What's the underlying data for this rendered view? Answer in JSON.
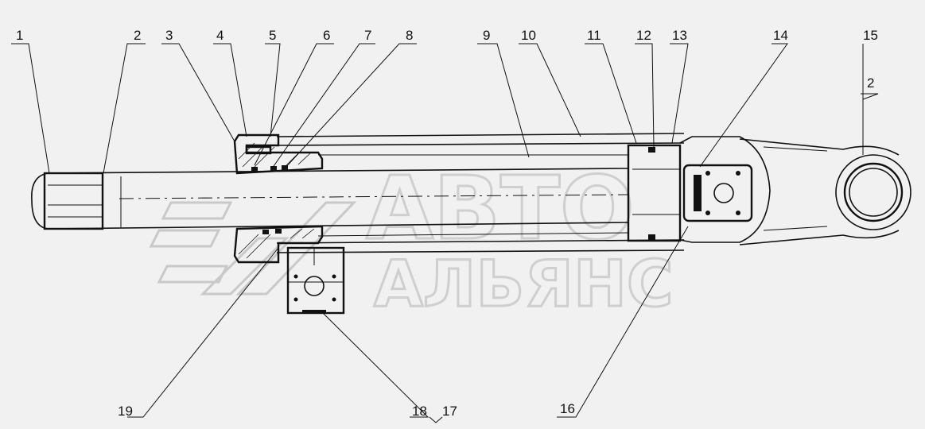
{
  "callouts": [
    {
      "id": "1",
      "label": "1"
    },
    {
      "id": "2a",
      "label": "2"
    },
    {
      "id": "3",
      "label": "3"
    },
    {
      "id": "4",
      "label": "4"
    },
    {
      "id": "5",
      "label": "5"
    },
    {
      "id": "6",
      "label": "6"
    },
    {
      "id": "7",
      "label": "7"
    },
    {
      "id": "8",
      "label": "8"
    },
    {
      "id": "9",
      "label": "9"
    },
    {
      "id": "10",
      "label": "10"
    },
    {
      "id": "11",
      "label": "11"
    },
    {
      "id": "12",
      "label": "12"
    },
    {
      "id": "13",
      "label": "13"
    },
    {
      "id": "14",
      "label": "14"
    },
    {
      "id": "15",
      "label": "15"
    },
    {
      "id": "2b",
      "label": "2"
    },
    {
      "id": "16",
      "label": "16"
    },
    {
      "id": "18",
      "label": "18"
    },
    {
      "id": "17",
      "label": "17"
    },
    {
      "id": "19",
      "label": "19"
    }
  ],
  "watermark": {
    "line1": "АВТО",
    "line2": "АЛЬЯНС"
  }
}
